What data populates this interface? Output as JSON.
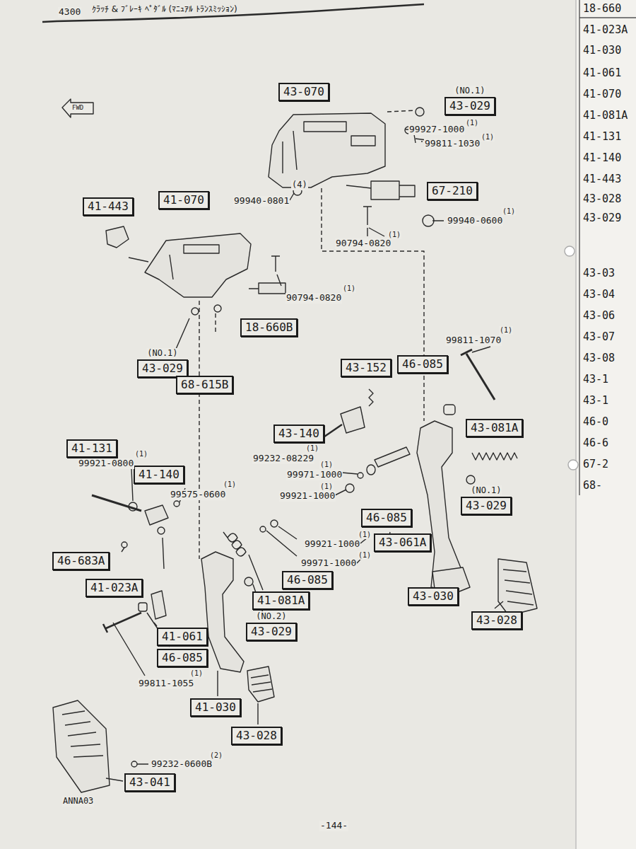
{
  "diagram": {
    "title": "ｸﾗｯﾁ & ﾌﾞﾚｰｷ ﾍﾟﾀﾞﾙ (ﾏﾆｭｱﾙ ﾄﾗﾝｽﾐｯｼｮﾝ)",
    "nodes": [
      {
        "text": [
          "43-070"
        ]
      },
      {
        "text": [
          "(NO.1)",
          "43-029"
        ]
      },
      {
        "text": [
          "41-443"
        ]
      },
      {
        "text": [
          "41-070"
        ]
      },
      {
        "text": [
          "67-210"
        ]
      },
      {
        "text": [
          "18-660B"
        ]
      },
      {
        "text": [
          "(NO.1)",
          "43-029"
        ]
      },
      {
        "text": [
          "68-615B"
        ]
      },
      {
        "text": [
          "43-152"
        ]
      },
      {
        "text": [
          "46-085"
        ]
      },
      {
        "text": [
          "43-140"
        ]
      },
      {
        "text": [
          "43-081A"
        ]
      },
      {
        "text": [
          "41-131"
        ]
      },
      {
        "text": [
          "41-140"
        ]
      },
      {
        "text": [
          "46-085"
        ]
      },
      {
        "text": [
          "(NO.1)",
          "43-029"
        ]
      },
      {
        "text": [
          "43-061A"
        ]
      },
      {
        "text": [
          "46-683A"
        ]
      },
      {
        "text": [
          "41-023A"
        ]
      },
      {
        "text": [
          "46-085"
        ]
      },
      {
        "text": [
          "41-081A"
        ]
      },
      {
        "text": [
          "(NO.2)",
          "43-029"
        ]
      },
      {
        "text": [
          "43-030"
        ]
      },
      {
        "text": [
          "43-028"
        ]
      },
      {
        "text": [
          "41-061"
        ]
      },
      {
        "text": [
          "46-085"
        ]
      },
      {
        "text": [
          "41-030"
        ]
      },
      {
        "text": [
          "43-028"
        ]
      },
      {
        "text": [
          "43-041"
        ]
      }
    ],
    "labels": [
      "4300",
      "FWD",
      "99927-1000",
      "(1)",
      "99811-1030",
      "(1)",
      "(4)",
      "99940-0801",
      "99940-0600",
      "(1)",
      "90794-0820",
      "(1)",
      "90794-0820",
      "(1)",
      "99811-1070",
      "(1)",
      "99921-0800",
      "(1)",
      "99575-0600",
      "(1)",
      "99232-08229",
      "(1)",
      "99971-1000",
      "(1)",
      "99921-1000",
      "(1)",
      "99921-1000",
      "(1)",
      "99971-1000",
      "(1)",
      "99811-1055",
      "(1)",
      "99232-0600B",
      "(2)",
      "ANNA03",
      "-144-",
      "18-660",
      "41-023A",
      "41-030",
      "41-061",
      "41-070",
      "41-081A",
      "41-131",
      "41-140",
      "41-443",
      "43-028",
      "43-029",
      "43-03",
      "43-04",
      "43-06",
      "43-07",
      "43-08",
      "43-1",
      "43-1",
      "46-0",
      "46-6",
      "67-2",
      "68-"
    ]
  }
}
